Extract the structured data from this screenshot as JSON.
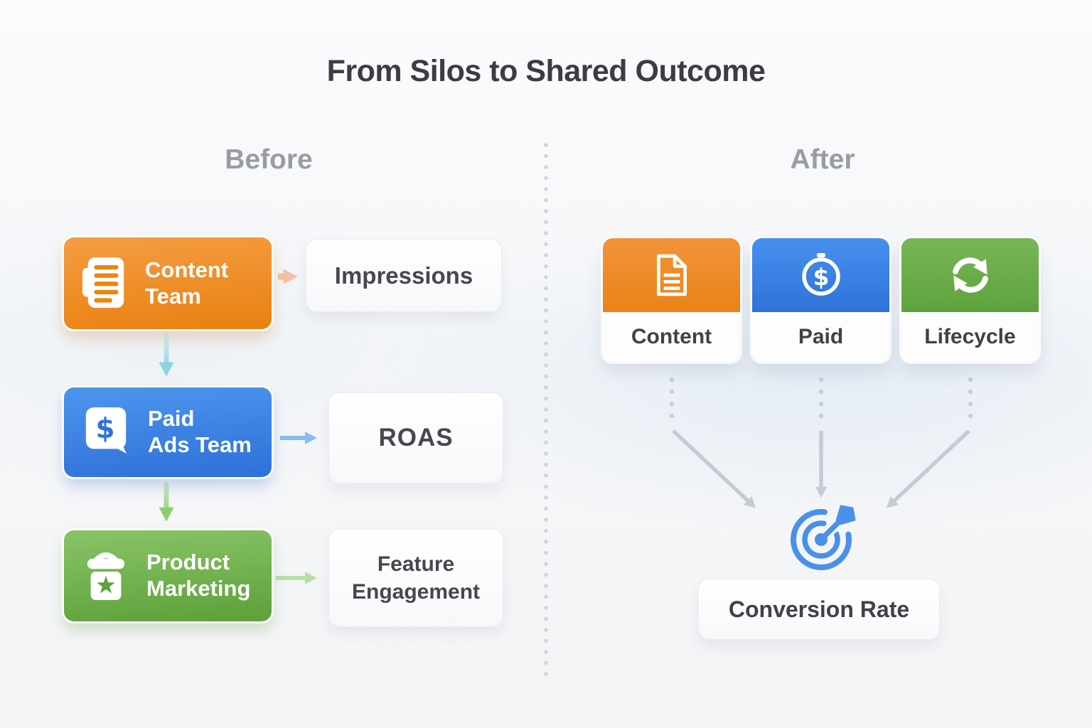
{
  "title": "From Silos to Shared Outcome",
  "colors": {
    "orange": "#ea8316",
    "blue": "#2f72da",
    "green": "#5ea23c",
    "target-blue": "#4a90e8",
    "heading-gray": "#989ca3",
    "text-dark": "#3f4247",
    "arrow-peach": "#f5c0a3",
    "arrow-teal": "#8cd4de",
    "arrow-blue": "#8abbf0",
    "arrow-green-down": "#8ccc72",
    "arrow-green-right": "#b9e0a4",
    "connector-gray": "#c5cbd4"
  },
  "icons": {
    "content-doc-icon": "document-with-lines",
    "paid-dollar-icon": "dollar-receipt-bubble",
    "product-box-icon": "product-box-with-star",
    "doc-outline-icon": "outlined-document",
    "coin-dollar-icon": "dollar-coin",
    "lifecycle-cycle-icon": "refresh-cycle-arrows",
    "target-dart-icon": "bullseye-with-dart",
    "dollar_glyph": "$"
  },
  "before": {
    "heading": "Before",
    "rows": [
      {
        "team_line1": "Content",
        "team_line2": "Team",
        "metric": "Impressions"
      },
      {
        "team_line1": "Paid",
        "team_line2": "Ads Team",
        "metric": "ROAS"
      },
      {
        "team_line1": "Product",
        "team_line2": "Marketing",
        "metric": "Feature Engagement"
      }
    ]
  },
  "after": {
    "heading": "After",
    "cards": [
      {
        "label": "Content"
      },
      {
        "label": "Paid"
      },
      {
        "label": "Lifecycle"
      }
    ],
    "outcome": "Conversion Rate"
  }
}
